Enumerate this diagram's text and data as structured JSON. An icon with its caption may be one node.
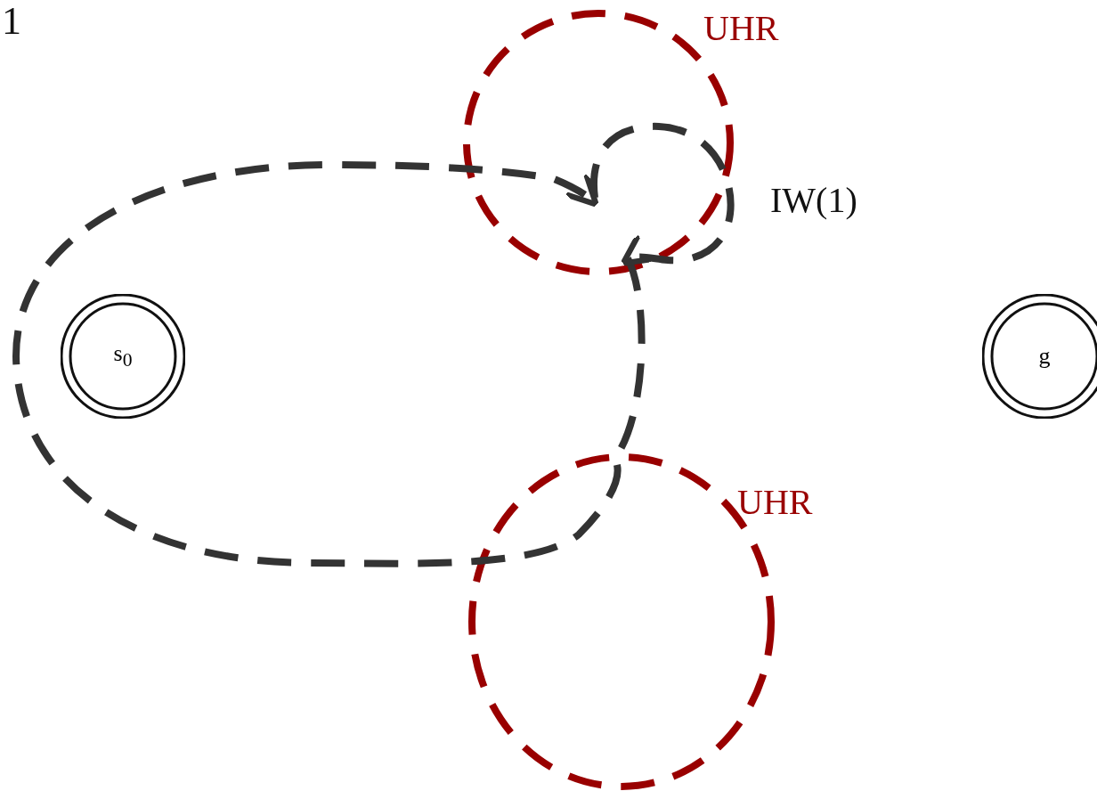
{
  "diagram": {
    "nodes": [
      {
        "text": [
          "s$_{0}$"
        ]
      },
      {
        "text": [
          "g"
        ]
      }
    ],
    "labels": [
      "1",
      "UHR",
      "IW(1)",
      "UHR"
    ]
  }
}
